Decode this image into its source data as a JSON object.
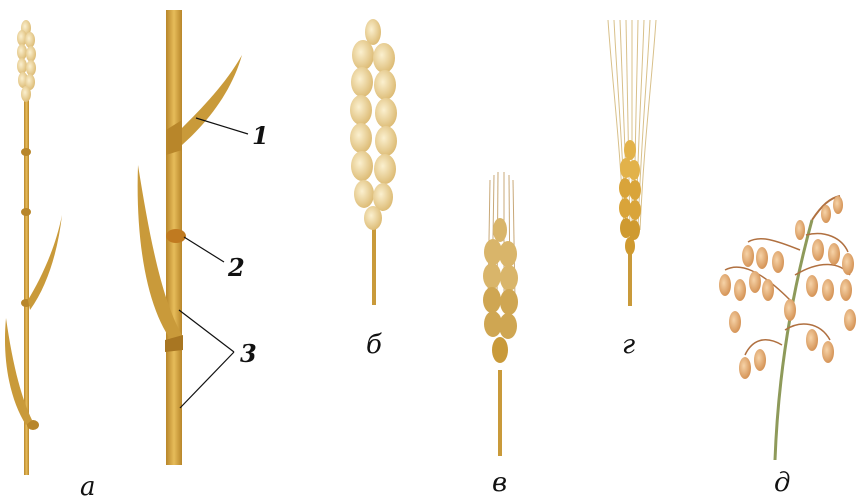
{
  "labels": {
    "a": "а",
    "b": "б",
    "v": "в",
    "g": "г",
    "d": "д",
    "n1": "1",
    "n2": "2",
    "n3": "3"
  },
  "colors": {
    "stem": "#d4a43a",
    "stem_dark": "#b8862a",
    "leaf": "#c99a3a",
    "grain": "#f0dca8",
    "grain_shade": "#d9b56a",
    "awn": "#c8a878",
    "oat": "#e8b47a"
  }
}
